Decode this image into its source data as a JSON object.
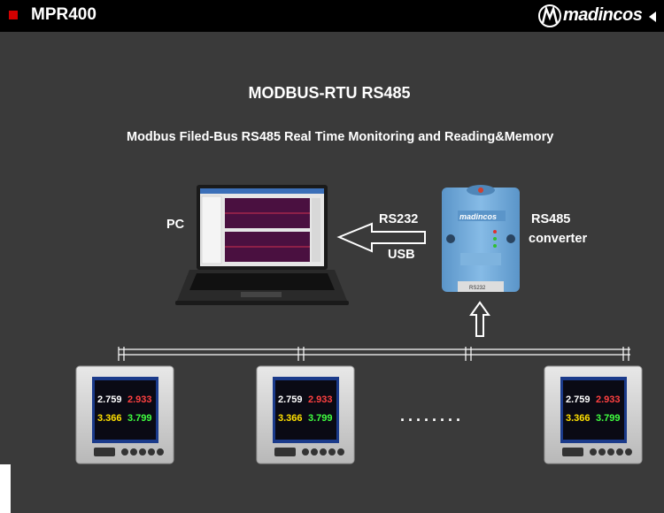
{
  "header": {
    "product": "MPR400",
    "brand": "madincos",
    "brand_icon": "m-logo-icon"
  },
  "title": "MODBUS-RTU RS485",
  "subtitle": "Modbus Filed-Bus RS485 Real Time Monitoring and Reading&Memory",
  "labels": {
    "pc": "PC",
    "rs232": "RS232",
    "usb": "USB",
    "rs485": "RS485",
    "converter": "converter",
    "ellipsis": "........"
  },
  "converter_device": {
    "brand": "madincos",
    "port_label": "RS232"
  },
  "meters": [
    {
      "r1a": "2.759",
      "r1b": "2.933",
      "r2a": "3.366",
      "r2b": "3.799"
    },
    {
      "r1a": "2.759",
      "r1b": "2.933",
      "r2a": "3.366",
      "r2b": "3.799"
    },
    {
      "r1a": "2.759",
      "r1b": "2.933",
      "r2a": "3.366",
      "r2b": "3.799"
    }
  ],
  "colors": {
    "bullet": "#d40000",
    "topbar": "#000000",
    "background": "#3a3a3a",
    "converter_body": "#6fa6d6",
    "meter_value_white": "#ffffff",
    "meter_value_red": "#ff4040",
    "meter_value_yellow": "#ffe000",
    "meter_value_green": "#40ff40"
  }
}
